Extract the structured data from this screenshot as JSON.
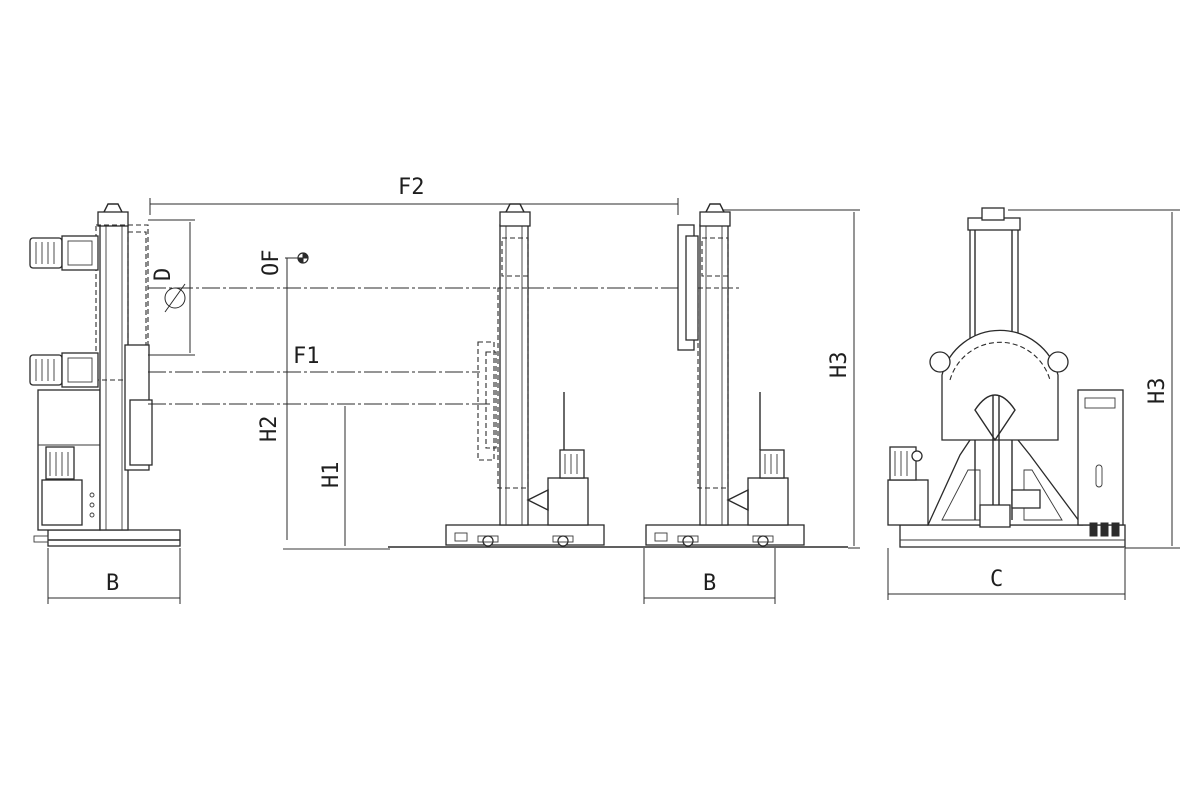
{
  "labels": {
    "f2": "F2",
    "f1": "F1",
    "d": "D",
    "of": "OF",
    "h1": "H1",
    "h2": "H2",
    "h3_left": "H3",
    "h3_right": "H3",
    "b_left": "B",
    "b_right": "B",
    "c": "C"
  }
}
